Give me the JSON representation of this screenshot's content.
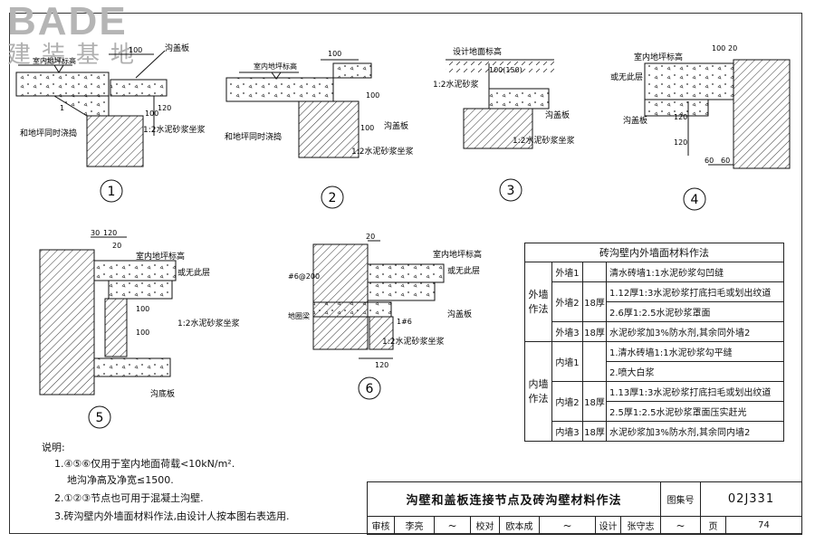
{
  "watermark": {
    "brand": "BADE",
    "subtitle": "建装基地"
  },
  "details": {
    "d1": {
      "num": "1",
      "labels": [
        "室内地坪标高",
        "100",
        "沟盖板",
        "120",
        "100",
        "1",
        "1:2水泥砂浆坐浆",
        "和地坪同时浇捣"
      ]
    },
    "d2": {
      "num": "2",
      "labels": [
        "100",
        "室内地坪标高",
        "沟盖板",
        "和地坪同时浇捣",
        "100",
        "1:2水泥砂浆坐浆",
        "100"
      ]
    },
    "d3": {
      "num": "3",
      "labels": [
        "设计地面标高",
        "100(150)",
        "1:2水泥砂浆",
        "沟盖板",
        "1:2水泥砂浆坐浆"
      ]
    },
    "d4": {
      "num": "4",
      "labels": [
        "100",
        "20",
        "室内地坪标高",
        "或无此层",
        "沟盖板",
        "120",
        "120",
        "60",
        "60"
      ]
    },
    "d5": {
      "num": "5",
      "labels": [
        "30",
        "120",
        "20",
        "室内地坪标高",
        "或无此层",
        "100",
        "100",
        "1:2水泥砂浆坐浆",
        "沟底板"
      ]
    },
    "d6": {
      "num": "6",
      "labels": [
        "20",
        "室内地坪标高",
        "或无此层",
        "#6@200",
        "地圈梁",
        "1#6",
        "沟盖板",
        "1:2水泥砂浆坐浆",
        "120"
      ]
    }
  },
  "table": {
    "caption": "砖沟壁内外墙面材料作法",
    "outer_label": "外墙作法",
    "inner_label": "内墙作法",
    "rows": [
      {
        "sub": "外墙1",
        "thk": "",
        "text": "清水砖墙1:1水泥砂浆勾凹缝"
      },
      {
        "sub": "外墙2",
        "thk": "18厚",
        "text": "1.12厚1:3水泥砂浆打底扫毛或划出纹道"
      },
      {
        "sub": "",
        "thk": "",
        "text": "2.6厚1:2.5水泥砂浆罩面"
      },
      {
        "sub": "外墙3",
        "thk": "18厚",
        "text": "水泥砂浆加3%防水剂,其余同外墙2"
      },
      {
        "sub": "内墙1",
        "thk": "",
        "text": "1.清水砖墙1:1水泥砂浆勾平缝"
      },
      {
        "sub": "",
        "thk": "",
        "text": "2.喷大白浆"
      },
      {
        "sub": "内墙2",
        "thk": "18厚",
        "text": "1.13厚1:3水泥砂浆打底扫毛或划出纹道"
      },
      {
        "sub": "",
        "thk": "",
        "text": "2.5厚1:2.5水泥砂浆罩面压实赶光"
      },
      {
        "sub": "内墙3",
        "thk": "18厚",
        "text": "水泥砂浆加3%防水剂,其余同内墙2"
      }
    ]
  },
  "notes": {
    "heading": "说明:",
    "line1a": "1.④⑤⑥仅用于室内地面荷载<10kN/m².",
    "line1b": "地沟净高及净宽≤1500.",
    "line2": "2.①②③节点也可用于混凝土沟壁.",
    "line3": "3.砖沟壁内外墙面材料作法,由设计人按本图右表选用."
  },
  "titleblock": {
    "title": "沟壁和盖板连接节点及砖沟壁材料作法",
    "atlas_label": "图集号",
    "atlas_no": "02J331",
    "review_label": "审核",
    "review_name": "李亮",
    "check_label": "校对",
    "check_name": "欧本成",
    "design_label": "设计",
    "design_name": "张守志",
    "page_label": "页",
    "page_no": "74"
  }
}
